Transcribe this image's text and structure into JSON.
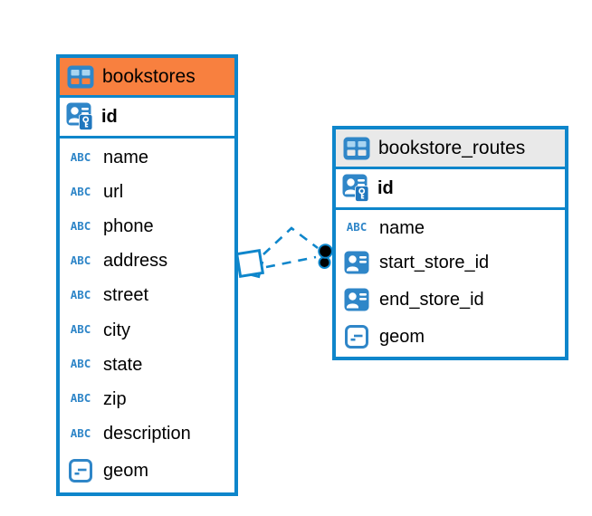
{
  "diagram": {
    "background_color": "#ffffff",
    "accent_blue": "#0E86CB",
    "tables": [
      {
        "title": "bookstores",
        "header_color": "#F8803F",
        "header_icon": "table-icon",
        "primary_key": {
          "name": "id",
          "icon": "primary-key-icon"
        },
        "columns": [
          {
            "name": "name",
            "type_icon": "text-type-icon"
          },
          {
            "name": "url",
            "type_icon": "text-type-icon"
          },
          {
            "name": "phone",
            "type_icon": "text-type-icon"
          },
          {
            "name": "address",
            "type_icon": "text-type-icon"
          },
          {
            "name": "street",
            "type_icon": "text-type-icon"
          },
          {
            "name": "city",
            "type_icon": "text-type-icon"
          },
          {
            "name": "state",
            "type_icon": "text-type-icon"
          },
          {
            "name": "zip",
            "type_icon": "text-type-icon"
          },
          {
            "name": "description",
            "type_icon": "text-type-icon"
          },
          {
            "name": "geom",
            "type_icon": "geometry-type-icon"
          }
        ]
      },
      {
        "title": "bookstore_routes",
        "header_color": "#E9E9E9",
        "header_icon": "table-icon",
        "primary_key": {
          "name": "id",
          "icon": "primary-key-icon"
        },
        "columns": [
          {
            "name": "name",
            "type_icon": "text-type-icon"
          },
          {
            "name": "start_store_id",
            "type_icon": "reference-type-icon"
          },
          {
            "name": "end_store_id",
            "type_icon": "reference-type-icon"
          },
          {
            "name": "geom",
            "type_icon": "geometry-type-icon"
          }
        ]
      }
    ],
    "relationship": {
      "from_table": "bookstores",
      "to_table": "bookstore_routes",
      "line_style": "dashed",
      "line_color": "#0E86CB",
      "from_marker": "rotated-square",
      "to_marker": "stacked-dots"
    },
    "icons": {
      "text_type_glyph": "ABC"
    }
  }
}
